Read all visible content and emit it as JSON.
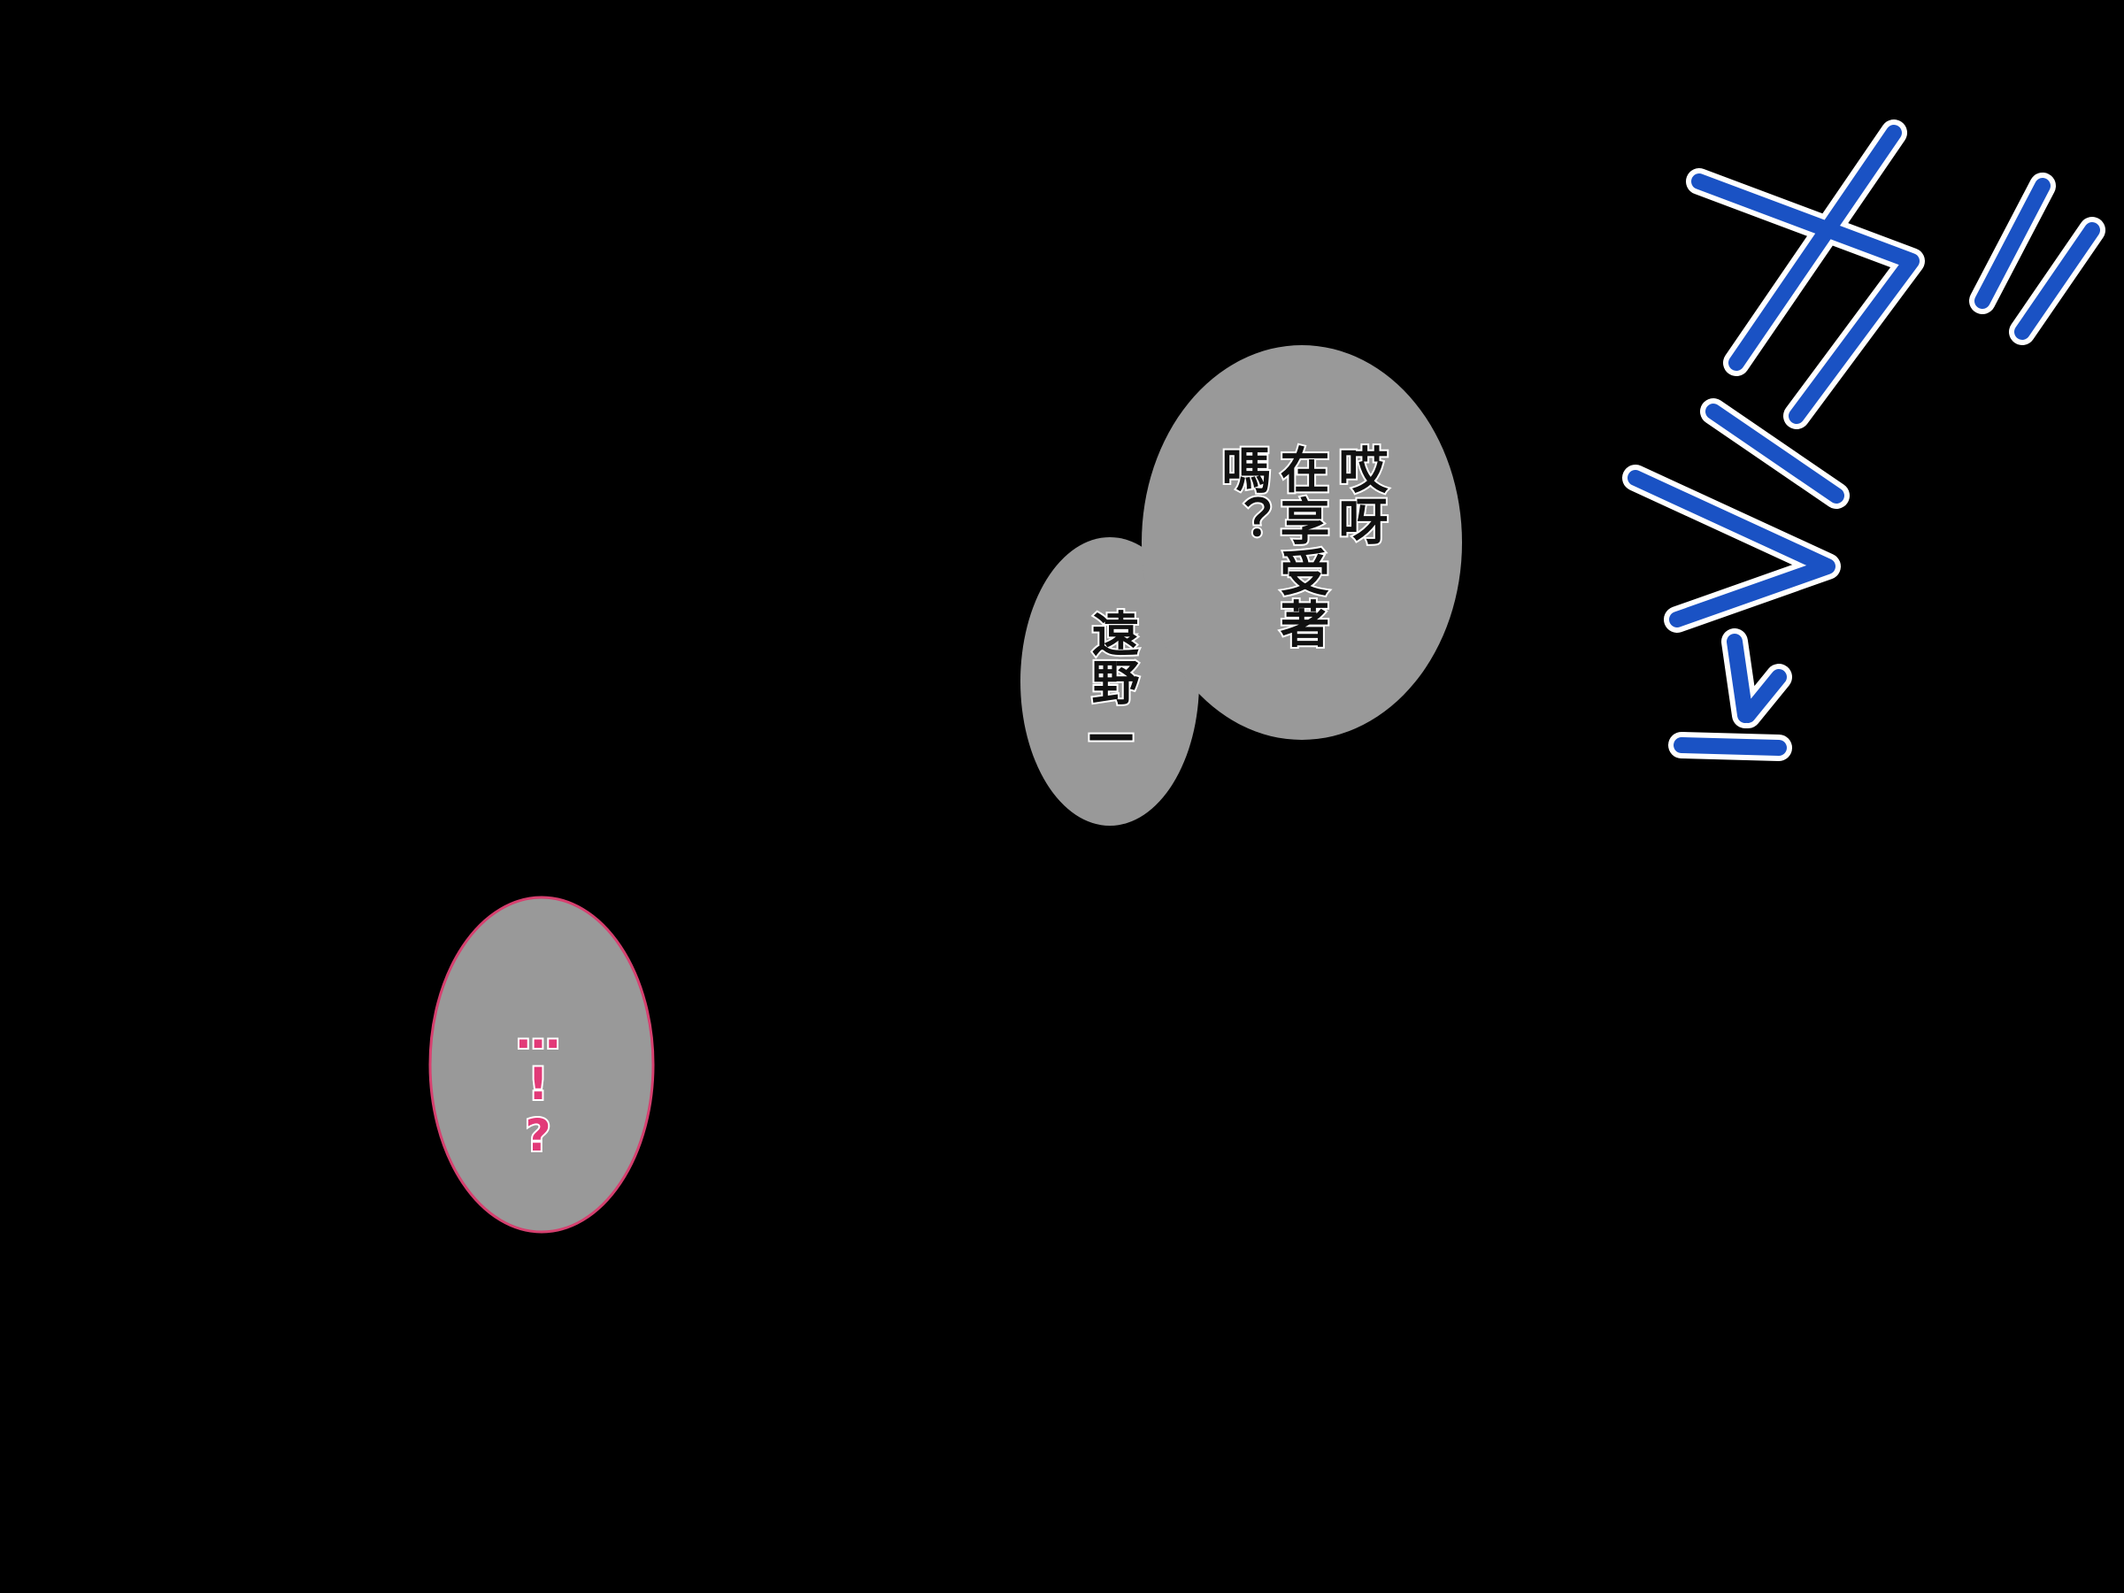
{
  "scene": {
    "background_color": "#000000",
    "balloon_fill": "#999999",
    "accent_pink": "#d6406f",
    "sfx_color": "#1a52c4"
  },
  "balloons": {
    "big": {
      "lines": [
        "哎呀",
        "在享受著",
        "嗎？"
      ]
    },
    "small": {
      "lines": [
        "遠野—"
      ]
    },
    "pink": {
      "lines": [
        "…!?"
      ]
    }
  },
  "sfx": {
    "text": "ガシャ",
    "icon": "sfx-katakana-glyphs"
  }
}
